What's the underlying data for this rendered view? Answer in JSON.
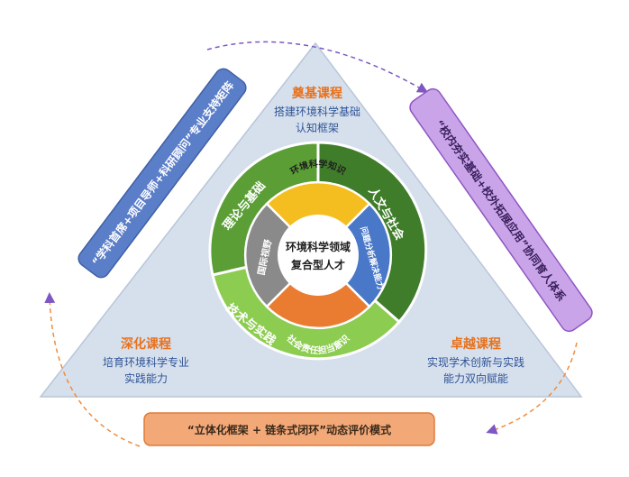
{
  "center": {
    "line1": "环境科学领域",
    "line2": "复合型人才"
  },
  "inner_ring": {
    "top": "环境科学知识",
    "right": "问题分析解决能力",
    "bottom": "社会责任担当意识",
    "left": "国际视野"
  },
  "outer_ring": {
    "top_left": "理论与基础",
    "right": "人文与社会",
    "bottom_left": "技术与实践"
  },
  "corners": {
    "top": {
      "title": "奠基课程",
      "line1": "搭建环境科学基础",
      "line2": "认知框架"
    },
    "bottom_left": {
      "title": "深化课程",
      "line1": "培育环境科学专业",
      "line2": "实践能力"
    },
    "bottom_right": {
      "title": "卓越课程",
      "line1": "实现学术创新与实践",
      "line2": "能力双向赋能"
    }
  },
  "side_bars": {
    "left": "“学科首席+项目导师+科研顾问”专业支持矩阵",
    "right": "“校内夯实基础+校外拓展应用”协同育人体系",
    "bottom": "“立体化框架 + 链条式闭环”动态评价模式"
  },
  "colors": {
    "triangle": "#d6dfec",
    "triangle_edge": "#b9c6d8",
    "theory_green": "#5a9e35",
    "humanities_green": "#3f7d2a",
    "practice_green": "#8ccc50",
    "inner_yellow": "#f5be20",
    "inner_blue": "#4a78c8",
    "inner_orange": "#ea7c32",
    "inner_gray": "#8a8a8a",
    "left_bar": "#5b7ec8",
    "right_bar": "#c9a4e8",
    "bottom_bar": "#f3a878",
    "corner_title": "#e8711c",
    "corner_text": "#2f5597"
  }
}
